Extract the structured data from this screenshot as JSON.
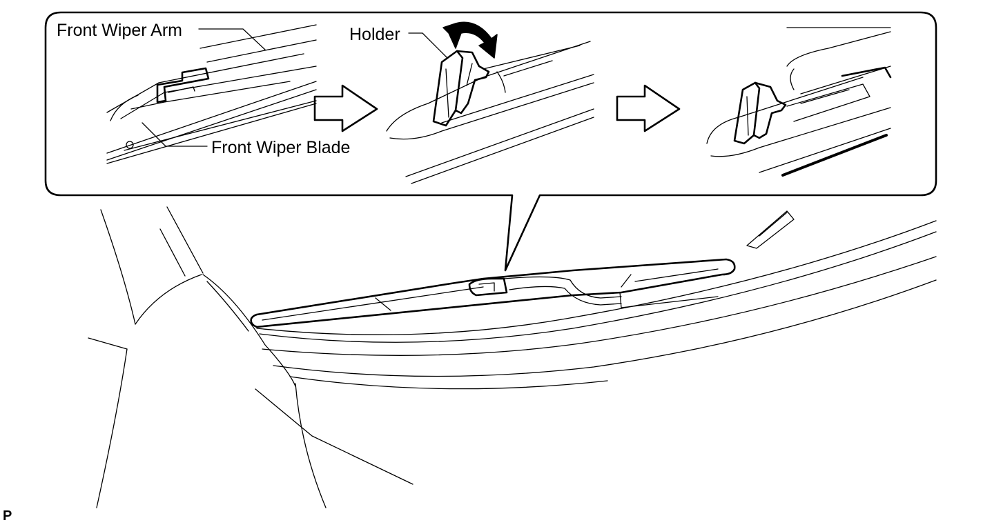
{
  "labels": {
    "front_wiper_arm": "Front Wiper Arm",
    "holder": "Holder",
    "front_wiper_blade": "Front Wiper Blade",
    "corner_mark": "P"
  },
  "colors": {
    "line": "#000000",
    "background": "#ffffff"
  },
  "icons": [
    "step-arrow-icon",
    "step-arrow-icon",
    "rotate-arrow-icon"
  ]
}
